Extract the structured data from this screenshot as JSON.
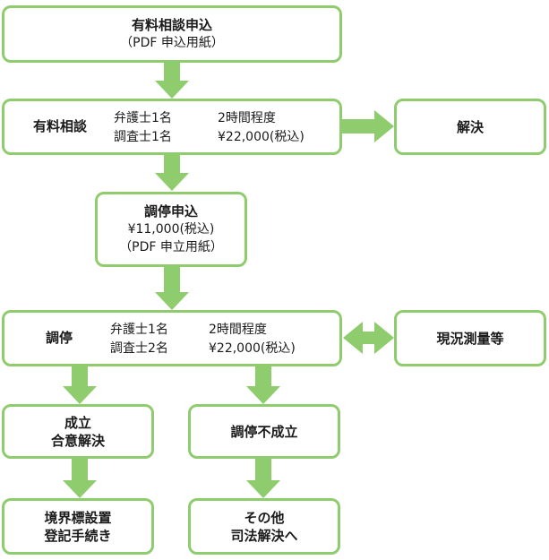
{
  "nodes": {
    "apply": {
      "title": "有料相談申込",
      "sub": "（PDF 申込用紙）"
    },
    "consult": {
      "title": "有料相談",
      "line1_a": "弁護士1名",
      "line1_b": "2時間程度",
      "line2_a": "調査士1名",
      "line2_b": "¥22,000(税込)"
    },
    "resolve": {
      "title": "解決"
    },
    "mediation_apply": {
      "title": "調停申込",
      "fee": "¥11,000(税込)",
      "sub": "（PDF 申立用紙）"
    },
    "mediation": {
      "title": "調停",
      "line1_a": "弁護士1名",
      "line1_b": "2時間程度",
      "line2_a": "調査士2名",
      "line2_b": "¥22,000(税込)"
    },
    "survey": {
      "title": "現況測量等"
    },
    "success": {
      "line1": "成立",
      "line2": "合意解決"
    },
    "failure": {
      "title": "調停不成立"
    },
    "boundary": {
      "line1": "境界標設置",
      "line2": "登記手続き"
    },
    "other": {
      "line1": "その他",
      "line2": "司法解決へ"
    }
  },
  "colors": {
    "border": "#8fcc6d",
    "arrow": "#8fcc6d",
    "text": "#1a1a1a"
  }
}
